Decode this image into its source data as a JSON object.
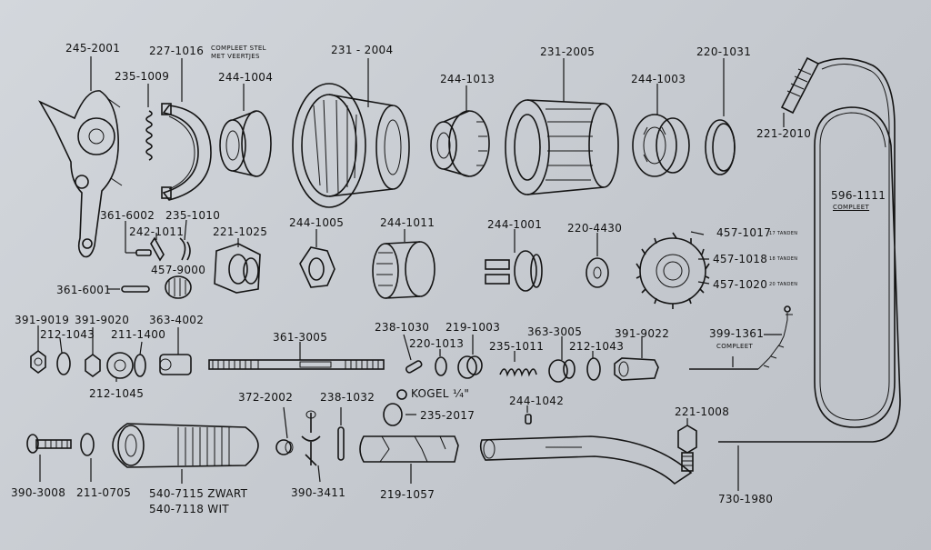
{
  "labels": {
    "p245_2001": "245-2001",
    "p227_1016": "227-1016",
    "p227_note1": "COMPLEET STEL",
    "p227_note2": "MET VEERTJES",
    "p235_1009": "235-1009",
    "p244_1004": "244-1004",
    "p231_2004": "231 - 2004",
    "p244_1013": "244-1013",
    "p231_2005": "231-2005",
    "p244_1003": "244-1003",
    "p220_1031": "220-1031",
    "p221_2010": "221-2010",
    "p596_1111": "596-1111",
    "p596_note": "COMPLEET",
    "p361_6002": "361-6002",
    "p235_1010": "235-1010",
    "p242_1011": "242-1011",
    "p221_1025": "221-1025",
    "p244_1005": "244-1005",
    "p244_1011": "244-1011",
    "p244_1001": "244-1001",
    "p220_4430": "220-4430",
    "p457_1017": "457-1017",
    "p457_1017_note": "17 TANDEN",
    "p457_1018": "457-1018",
    "p457_1018_note": "18 TANDEN",
    "p457_1020": "457-1020",
    "p457_1020_note": "20 TANDEN",
    "p457_9000": "457-9000",
    "p361_6001": "361-6001",
    "p391_9019": "391-9019",
    "p391_9020": "391-9020",
    "p363_4002": "363-4002",
    "p212_1043a": "212-1043",
    "p211_1400": "211-1400",
    "p212_1045": "212-1045",
    "p361_3005": "361-3005",
    "p238_1030": "238-1030",
    "p219_1003": "219-1003",
    "p220_1013": "220-1013",
    "p363_3005": "363-3005",
    "p391_9022": "391-9022",
    "p235_1011": "235-1011",
    "p212_1043b": "212-1043",
    "p399_1361": "399-1361",
    "p399_note": "COMPLEET",
    "p372_2002": "372-2002",
    "p238_1032": "238-1032",
    "kogel": "KOGEL ¹⁄₄\"",
    "p235_2017": "235-2017",
    "p244_1042": "244-1042",
    "p221_1008": "221-1008",
    "p390_3008": "390-3008",
    "p211_0705": "211-0705",
    "p540_7115": "540-7115  ZWART",
    "p540_7118": "540-7118  WIT",
    "p390_3411": "390-3411",
    "p219_1057": "219-1057",
    "p730_1980": "730-1980"
  }
}
